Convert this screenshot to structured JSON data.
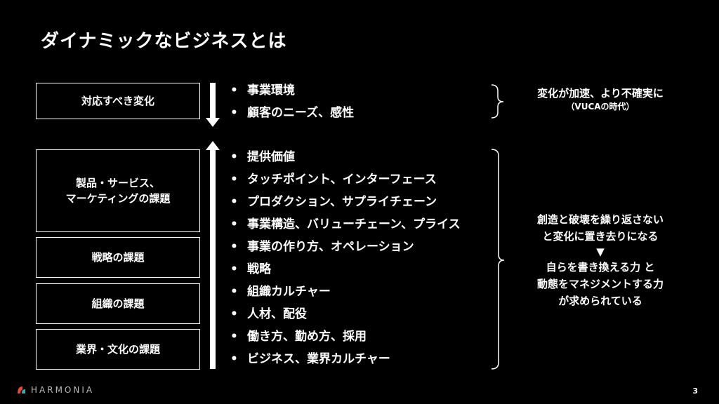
{
  "title": "ダイナミックなビジネスとは",
  "left_boxes": {
    "change": "対応すべき変化",
    "product": "製品・サービス、\nマーケティングの課題",
    "strategy": "戦略の課題",
    "organization": "組織の課題",
    "industry": "業界・文化の課題"
  },
  "top_bullets": [
    "事業環境",
    "顧客のニーズ、感性"
  ],
  "bottom_bullets": [
    "提供価値",
    "タッチポイント、インターフェース",
    "プロダクション、サプライチェーン",
    "事業構造、バリューチェーン、プライス",
    "事業の作り方、オペレーション",
    "戦略",
    "組織カルチャー",
    "人材、配役",
    "働き方、勤め方、採用",
    "ビジネス、業界カルチャー"
  ],
  "bullet_mark": "•",
  "right_top": {
    "line1": "変化が加速、より不確実に",
    "line2": "（VUCAの時代）"
  },
  "right_bottom": {
    "line1": "創造と破壊を繰り返さない",
    "line2": "と変化に置き去りになる",
    "triangle": "▼",
    "line3": "自らを書き換える力 と",
    "line4": "動態をマネジメントする力",
    "line5": "が求められている"
  },
  "logo": {
    "text": "HARMONIA",
    "colors": [
      "#e8453c",
      "#2bb3b1"
    ]
  },
  "page_number": "3"
}
